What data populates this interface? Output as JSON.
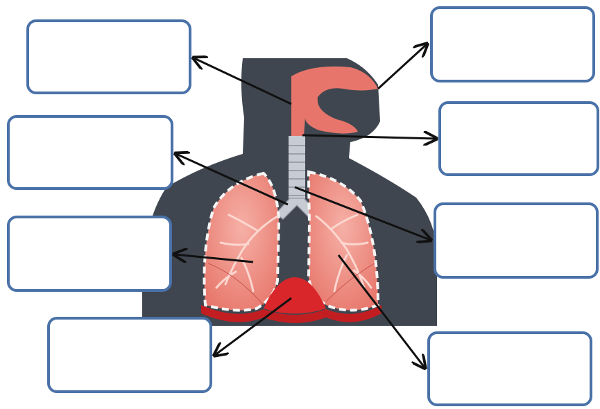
{
  "diagram": {
    "type": "respiratory-system-labeling-worksheet",
    "colors": {
      "silhouette": "#3f464f",
      "airway": "#e8756b",
      "lung": "#f0958b",
      "lung_dark": "#c9574f",
      "diaphragm": "#d8262a",
      "trachea": "#c7ccd4",
      "box_border": "#4a72a8",
      "arrow": "#111111"
    },
    "labels": [
      {
        "id": "box-l1",
        "text": ""
      },
      {
        "id": "box-l2",
        "text": ""
      },
      {
        "id": "box-l3",
        "text": ""
      },
      {
        "id": "box-l4",
        "text": ""
      },
      {
        "id": "box-r1",
        "text": ""
      },
      {
        "id": "box-r2",
        "text": ""
      },
      {
        "id": "box-r3",
        "text": ""
      },
      {
        "id": "box-r4",
        "text": ""
      }
    ]
  }
}
